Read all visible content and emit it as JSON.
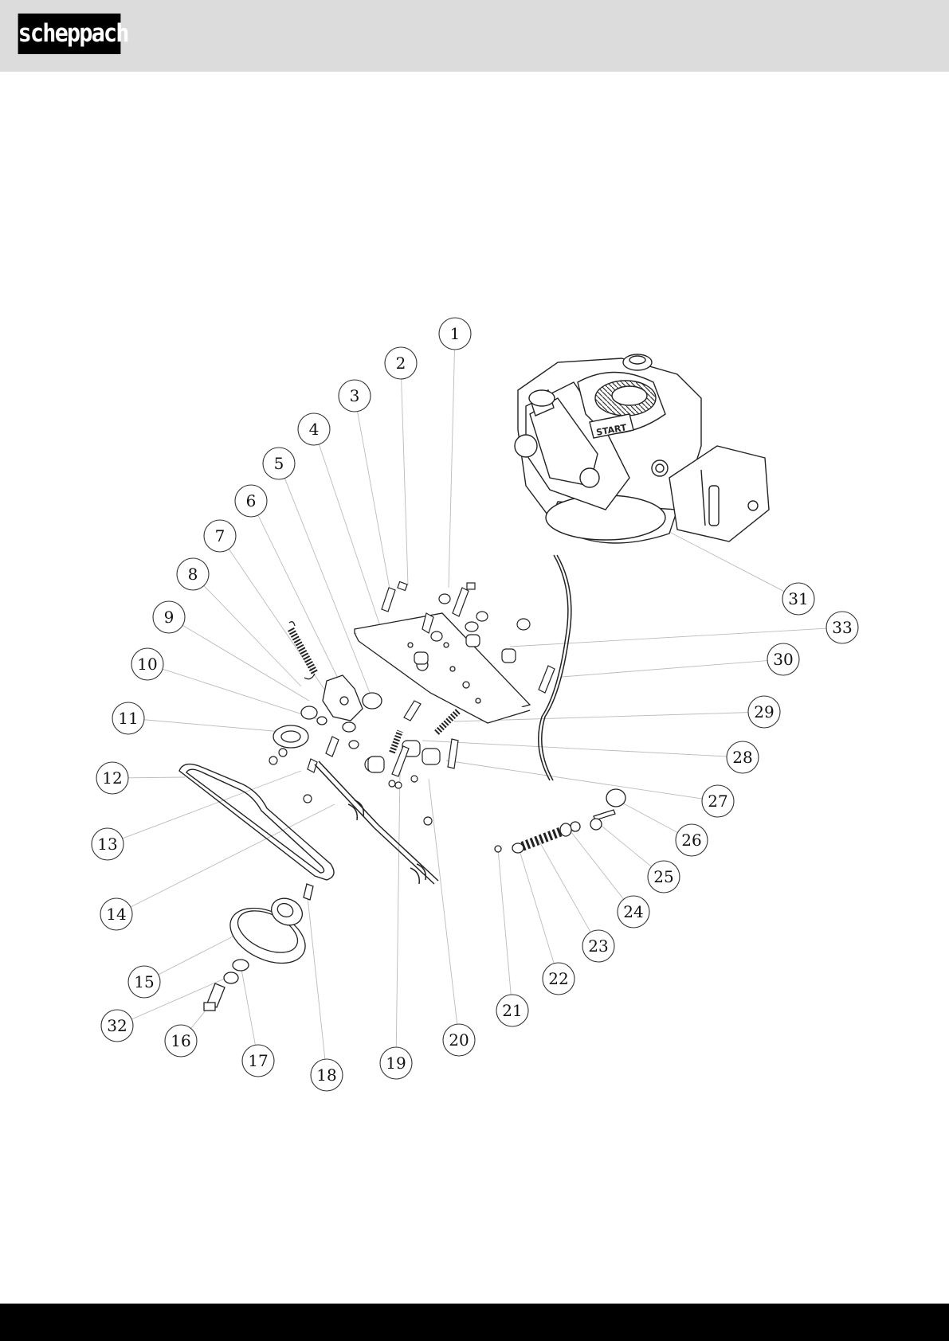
{
  "brand": {
    "logo_text": "scheppach",
    "header_bg": "#dcdcdc",
    "footer_bg": "#000000"
  },
  "diagram": {
    "callouts": [
      "1",
      "2",
      "3",
      "4",
      "5",
      "6",
      "7",
      "8",
      "9",
      "10",
      "11",
      "12",
      "13",
      "14",
      "15",
      "16",
      "17",
      "18",
      "19",
      "20",
      "21",
      "22",
      "23",
      "24",
      "25",
      "26",
      "27",
      "28",
      "29",
      "30",
      "31",
      "32",
      "33"
    ],
    "engine_label": "START"
  }
}
